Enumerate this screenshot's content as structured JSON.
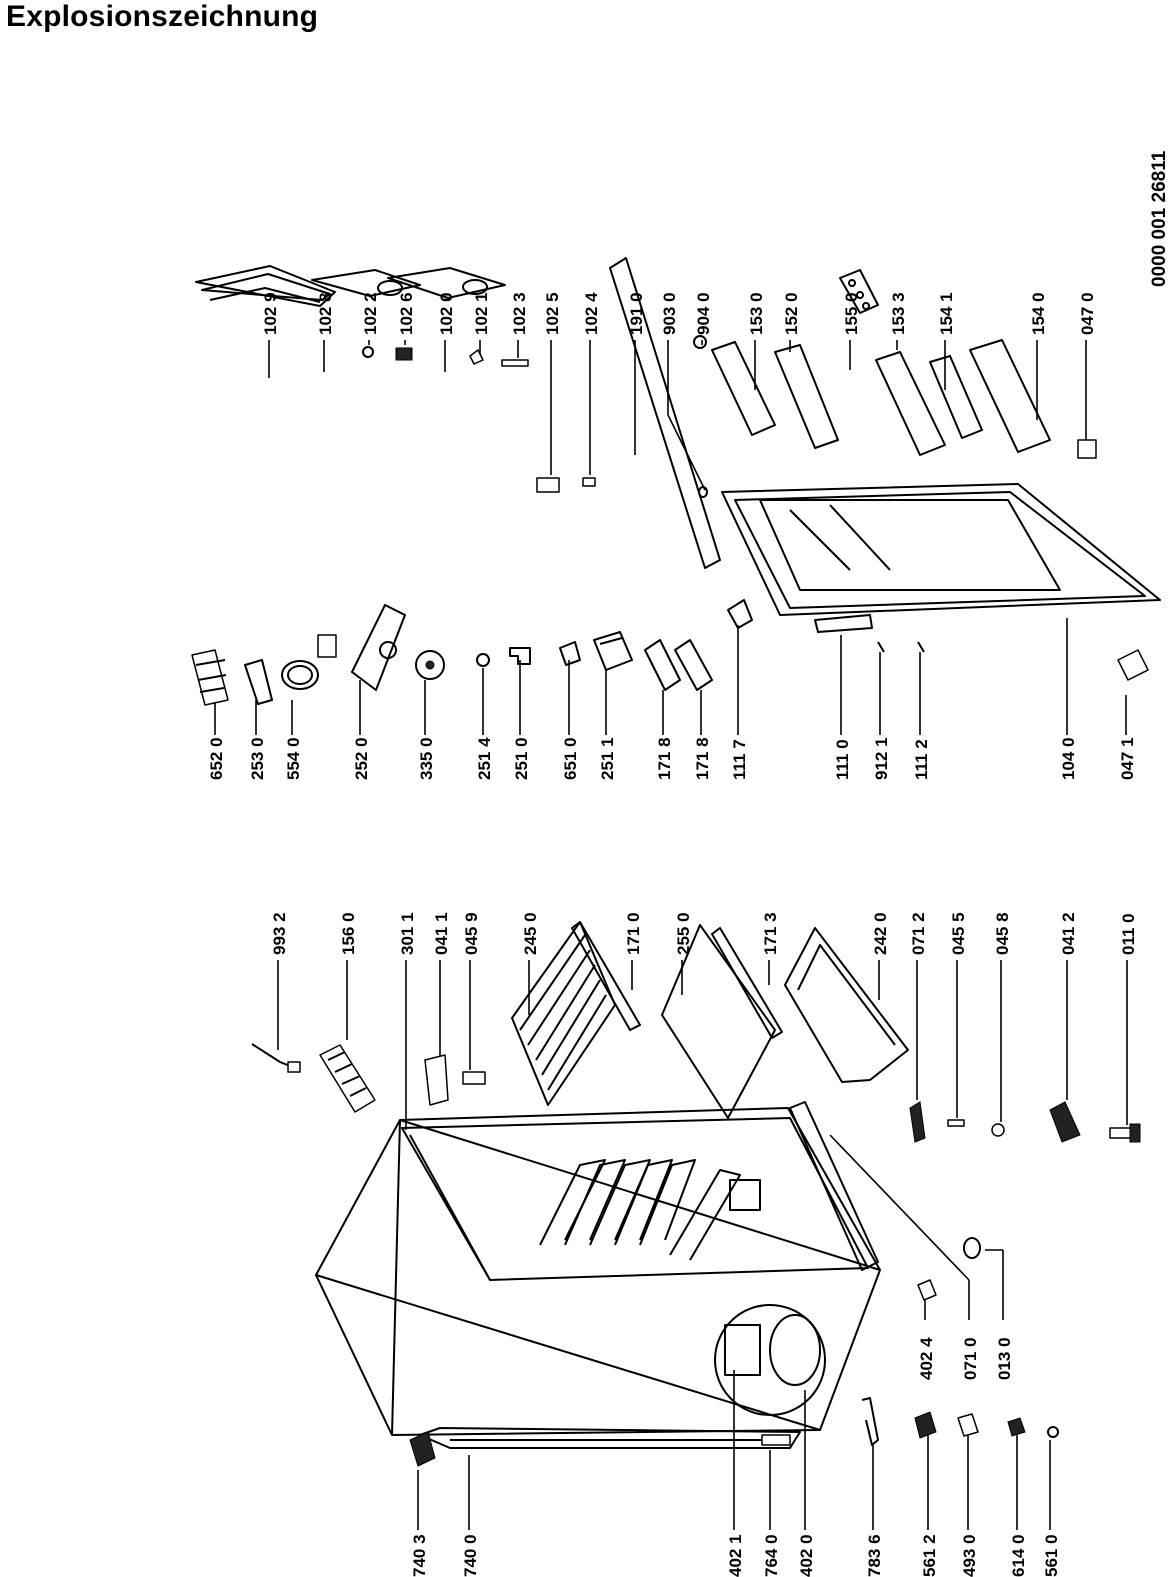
{
  "title": "Explosionszeichnung",
  "document_number": "0000 001 26811",
  "top_right_labels": [
    "102 9",
    "102 8",
    "102 2",
    "102 6",
    "102 0",
    "102 1",
    "102 3",
    "102 5",
    "102 4",
    "191 0",
    "903 0",
    "904 0",
    "153 0",
    "152 0",
    "155 0",
    "153 3",
    "154 1",
    "154 0",
    "047 0"
  ],
  "middle_labels": [
    "652 0",
    "253 0",
    "554 0",
    "252 0",
    "335 0",
    "251 4",
    "251 0",
    "651 0",
    "251 1",
    "171 8",
    "171 8",
    "111 7",
    "111 0",
    "912 1",
    "111 2",
    "104 0",
    "047 1"
  ],
  "left_top_labels": [
    "993 2",
    "156 0",
    "301 1",
    "041 1",
    "045 9",
    "245 0",
    "171 0",
    "255 0",
    "171 3",
    "242 0",
    "071 2",
    "045 5",
    "045 8",
    "041 2",
    "011 0"
  ],
  "left_mid_labels": [
    "402 4",
    "071 0",
    "013 0"
  ],
  "bottom_labels": [
    "740 3",
    "740 0",
    "402 1",
    "764 0",
    "402 0",
    "783 6",
    "561 2",
    "493 0",
    "614 0",
    "561 0"
  ]
}
